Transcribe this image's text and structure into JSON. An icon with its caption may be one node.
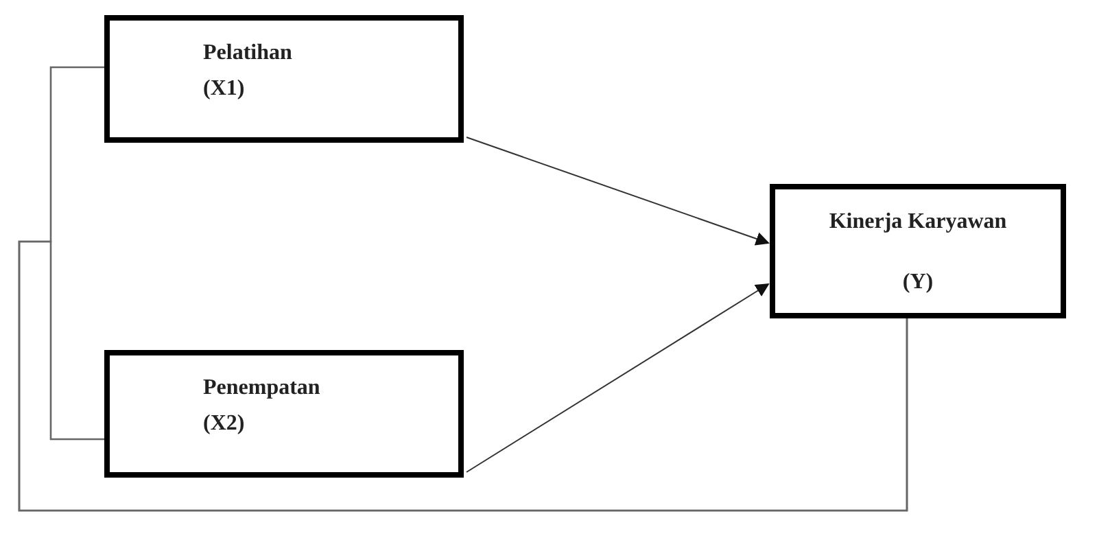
{
  "diagram": {
    "nodes": [
      {
        "text": [
          "Pelatihan",
          "(X1)"
        ]
      },
      {
        "text": [
          "Penempatan",
          "(X2)"
        ]
      },
      {
        "text": [
          "Kinerja Karyawan",
          "(Y)"
        ]
      }
    ],
    "edges": [
      {
        "from": 0,
        "to": 2,
        "arrow": "to"
      },
      {
        "from": 1,
        "to": 2,
        "arrow": "to"
      },
      {
        "from": 2,
        "to": 0,
        "arrow": "none"
      },
      {
        "from": 2,
        "to": 1,
        "arrow": "none"
      }
    ]
  }
}
